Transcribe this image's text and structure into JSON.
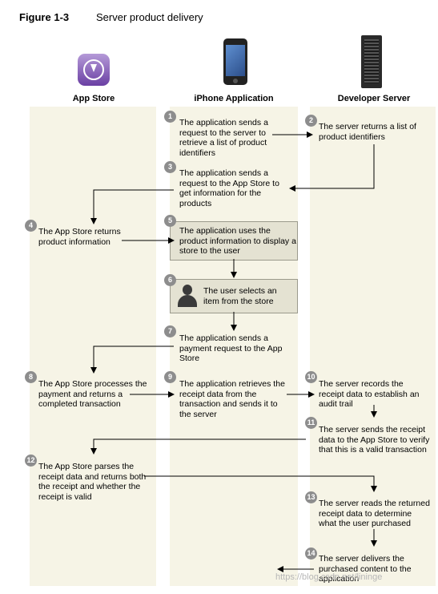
{
  "figure": {
    "number": "Figure 1-3",
    "title": "Server product delivery"
  },
  "lanes": {
    "app_store": "App Store",
    "iphone": "iPhone Application",
    "server": "Developer Server"
  },
  "icons": {
    "app_store": "app-store-icon",
    "iphone": "iphone-icon",
    "server": "server-rack-icon",
    "user": "person-silhouette-icon"
  },
  "steps": [
    {
      "n": "1",
      "text": "The application sends a request to the server to retrieve a list of product identifiers"
    },
    {
      "n": "2",
      "text": "The server returns a list of product identifiers"
    },
    {
      "n": "3",
      "text": "The application sends a request to the App Store to get information for the products"
    },
    {
      "n": "4",
      "text": "The App Store returns product information"
    },
    {
      "n": "5",
      "text": "The application uses the product information to display a store to the user"
    },
    {
      "n": "6",
      "text": "The user selects an item from the store"
    },
    {
      "n": "7",
      "text": "The application sends a payment request to the App Store"
    },
    {
      "n": "8",
      "text": "The App Store processes the payment and returns a completed transaction"
    },
    {
      "n": "9",
      "text": "The application retrieves the receipt data from the transaction and sends it to the server"
    },
    {
      "n": "10",
      "text": "The server records the receipt data to establish an audit trail"
    },
    {
      "n": "11",
      "text": "The server sends the receipt data to the App Store to verify that this is a valid transaction"
    },
    {
      "n": "12",
      "text": "The App Store parses the receipt data and returns both the receipt and whether the receipt is valid"
    },
    {
      "n": "13",
      "text": "The server reads the returned receipt data to determine what the user purchased"
    },
    {
      "n": "14",
      "text": "The server delivers the purchased content to the application"
    }
  ],
  "watermark": "https://blog.csdn.net/lininge"
}
